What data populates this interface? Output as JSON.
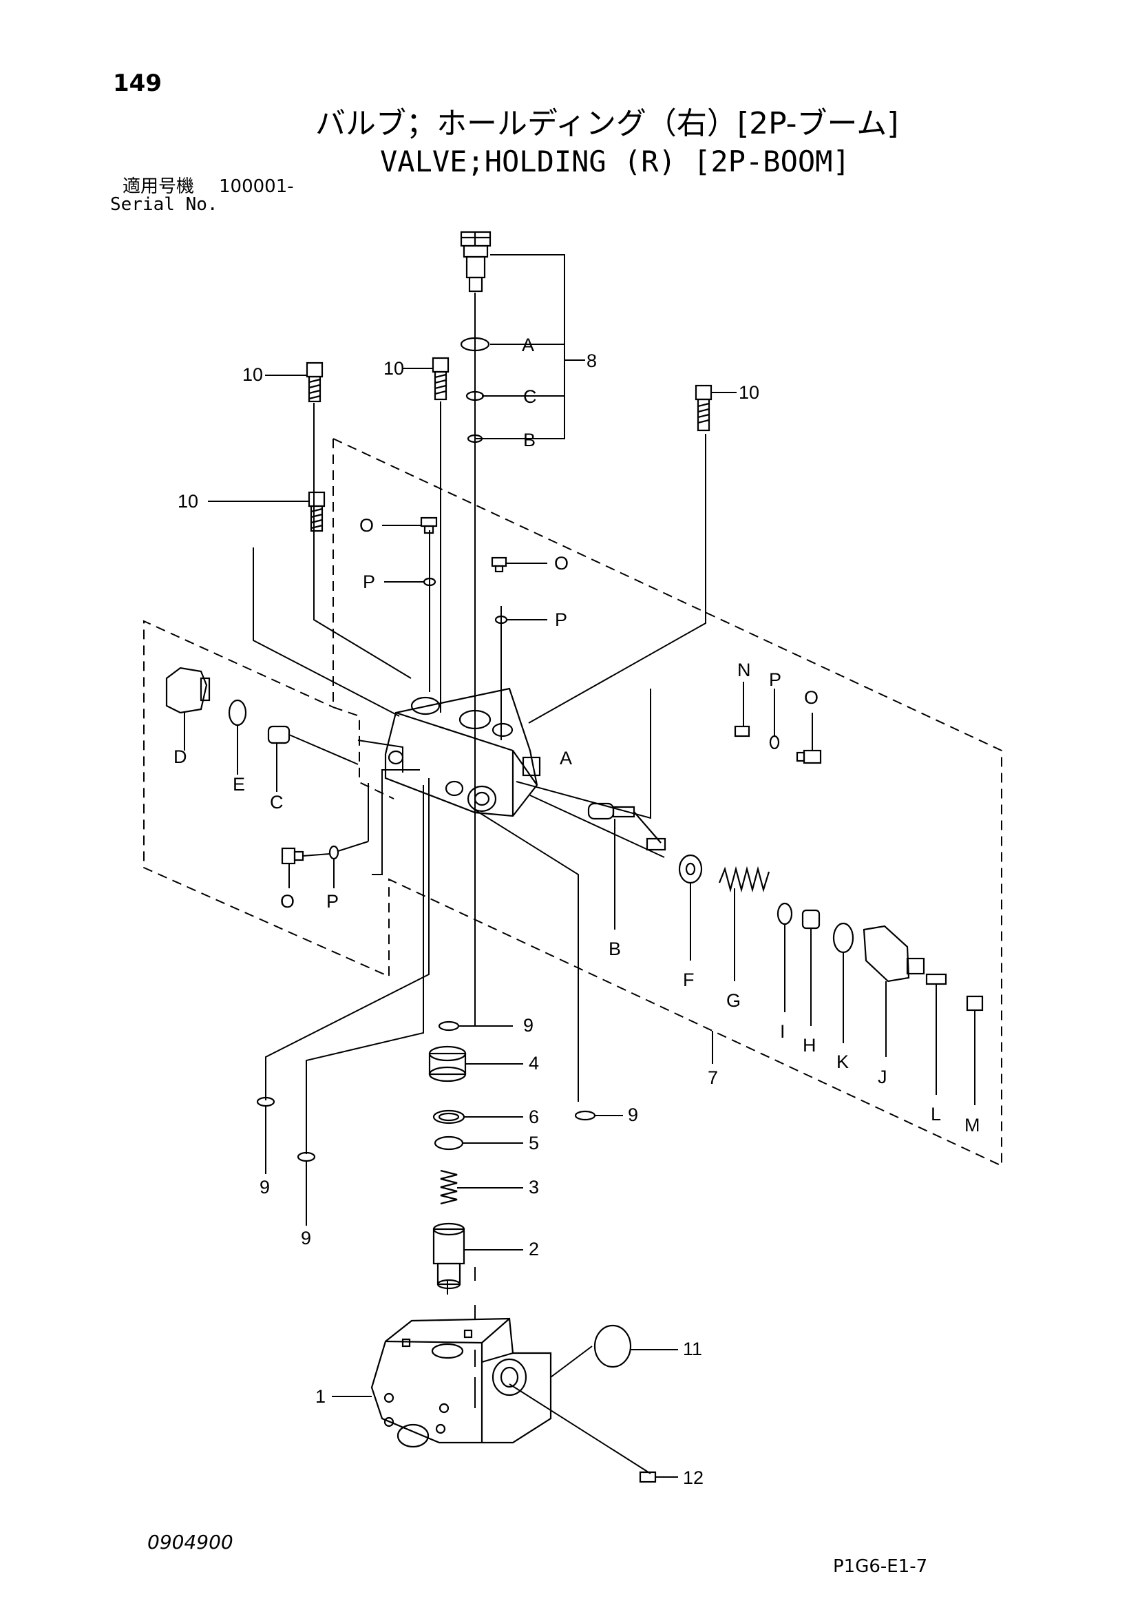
{
  "header": {
    "page_number": "149",
    "title_jp": "バルブ；ホールディング（右）[2P-ブーム]",
    "title_en": "VALVE;HOLDING (R) [2P-BOOM]",
    "serial_label_jp": "適用号機",
    "serial_value": "100001-",
    "serial_label_en": "Serial No."
  },
  "footer": {
    "doc_code": "0904900",
    "page_code": "P1G6-E1-7"
  },
  "callouts": {
    "top_a": "A",
    "top_c": "C",
    "top_b": "B",
    "top_8": "8",
    "bolt_10_a": "10",
    "bolt_10_b": "10",
    "bolt_10_c": "10",
    "bolt_10_d": "10",
    "upper_o": "O",
    "upper_p": "P",
    "right_o": "O",
    "right_p": "P",
    "left_d": "D",
    "left_e": "E",
    "left_c": "C",
    "side_a": "A",
    "n": "N",
    "p_right": "P",
    "o_right": "O",
    "lower_o": "O",
    "lower_p": "P",
    "b": "B",
    "f": "F",
    "g": "G",
    "i": "I",
    "h": "H",
    "k": "K",
    "j": "J",
    "l": "L",
    "m": "M",
    "n9_a": "9",
    "n4": "4",
    "n9_b": "9",
    "n6": "6",
    "n5": "5",
    "n3": "3",
    "n2": "2",
    "n9_c": "9",
    "n9_d": "9",
    "n7": "7",
    "n11": "11",
    "n1": "1",
    "n12": "12"
  }
}
